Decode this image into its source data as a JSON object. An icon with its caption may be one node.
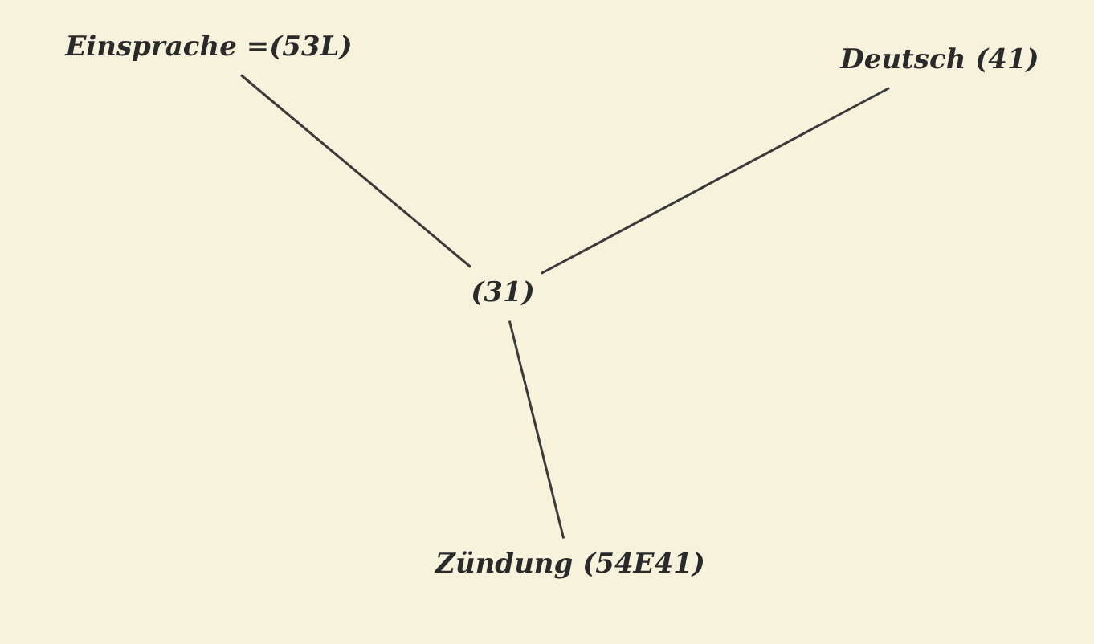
{
  "diagram": {
    "nodes": [
      {
        "text": [
          "Einsprache =(53L)"
        ]
      },
      {
        "text": [
          "Deutsch (41)"
        ]
      },
      {
        "text": [
          "(31)"
        ]
      },
      {
        "text": [
          "Zündung (54E41)"
        ]
      }
    ],
    "edges": [
      {
        "from": 0,
        "to": 2,
        "arrow": "none"
      },
      {
        "from": 1,
        "to": 2,
        "arrow": "none"
      },
      {
        "from": 2,
        "to": 3,
        "arrow": "none"
      }
    ]
  }
}
